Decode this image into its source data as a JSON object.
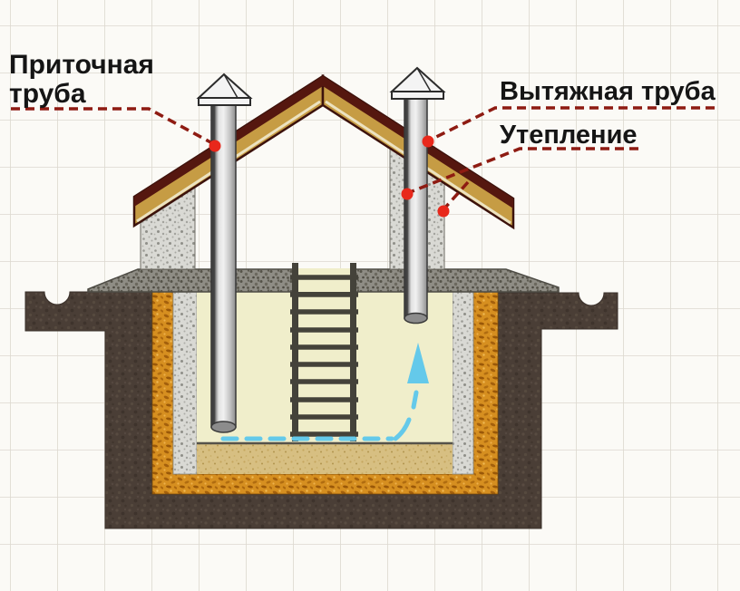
{
  "labels": {
    "supply_pipe_line1": "Приточная",
    "supply_pipe_line2": "труба",
    "exhaust_pipe": "Вытяжная труба",
    "insulation": "Утепление"
  },
  "colors": {
    "background": "#fbfaf6",
    "grid_line": "#dcd8cf",
    "text": "#151515",
    "leader_line_red": "#8e1b12",
    "marker_dot_red": "#e8281b",
    "roof_wood_gold": "#c69c44",
    "roof_ridge_dark": "#55170f",
    "soil_dark_brown": "#4a3e36",
    "insulation_orange": "#d68f20",
    "concrete_speckled_gray": "#d9d9d4",
    "ceiling_slab_gray": "#8f8d85",
    "interior_cream": "#f0eecb",
    "sand_floor": "#d7bf82",
    "pipe_metal_gray": "#d8d8d8",
    "airflow_blue": "#64c9ea",
    "ladder_dark": "#44423a"
  }
}
